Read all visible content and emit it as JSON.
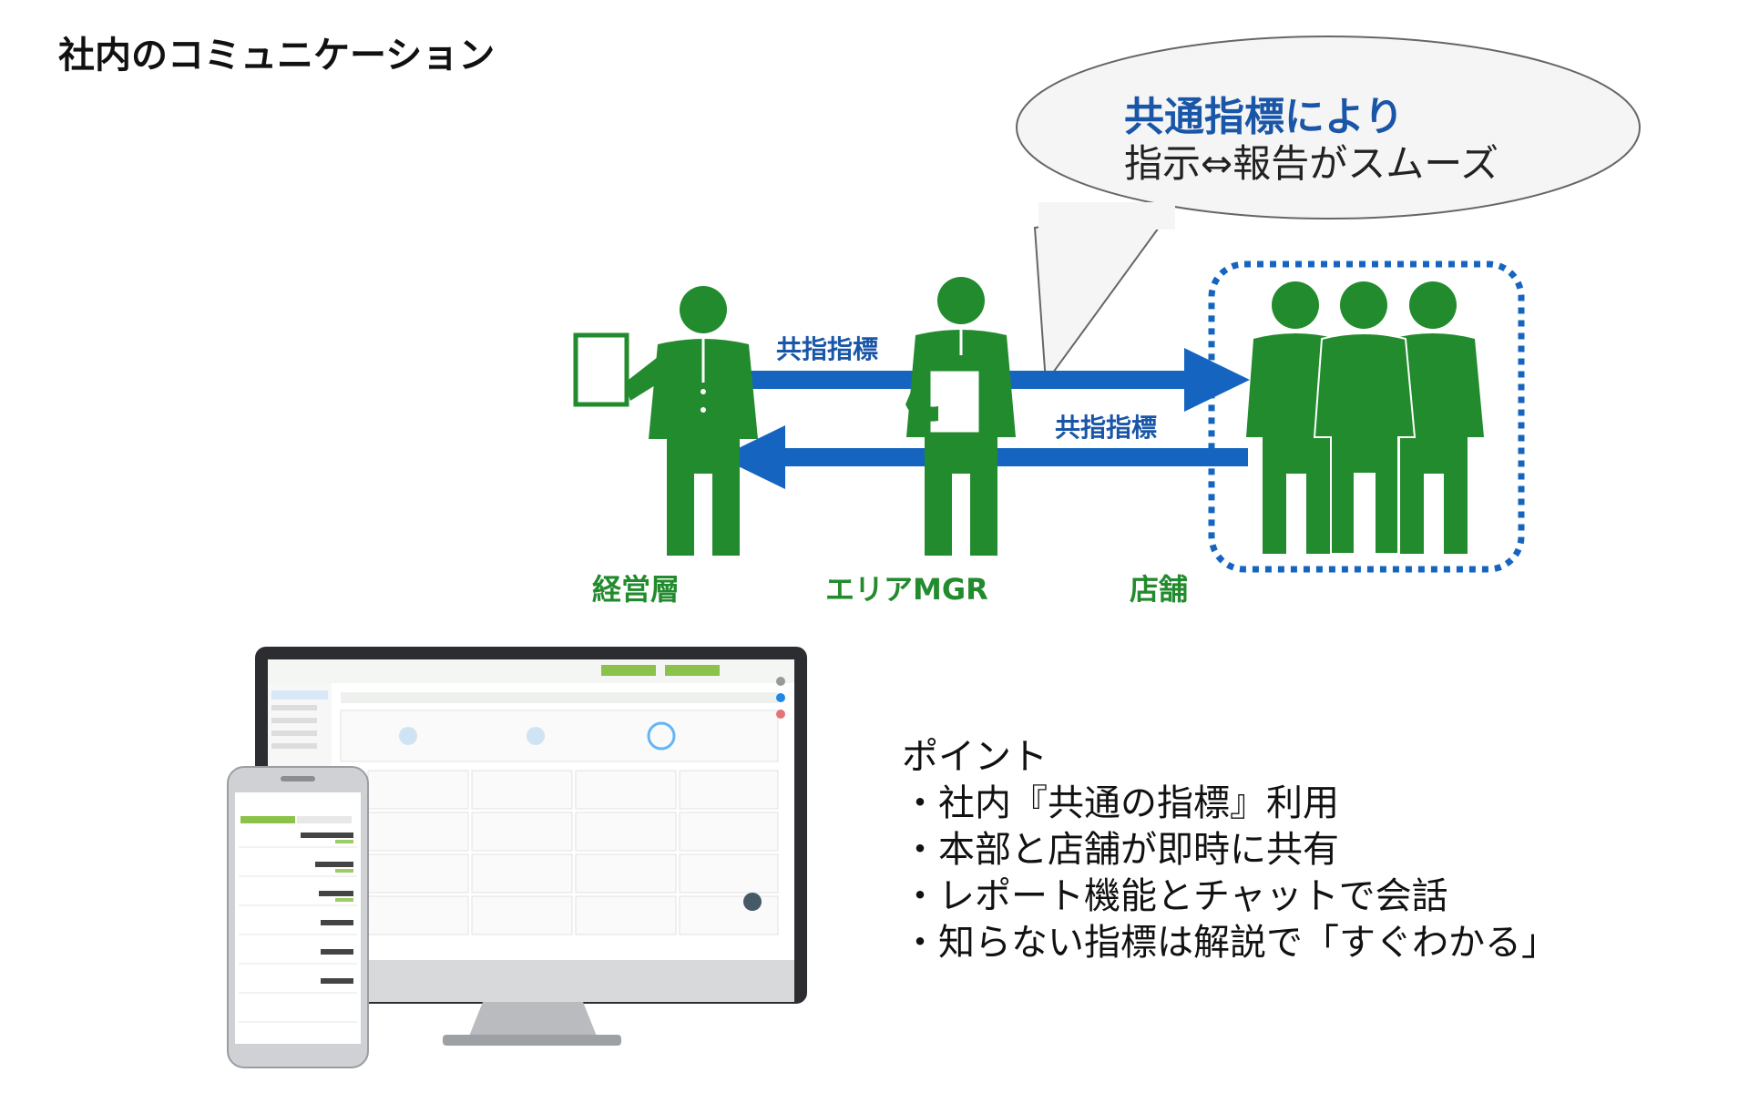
{
  "title": "社内のコミュニケーション",
  "bubble": {
    "line1": "共通指標により",
    "line2": "指示⇔報告がスムーズ"
  },
  "arrows": {
    "top_label": "共指指標",
    "bottom_label": "共指指標"
  },
  "roles": {
    "management": "経営層",
    "area_mgr": "エリアMGR",
    "stores": "店舗"
  },
  "points": {
    "heading": "ポイント",
    "items": [
      "・社内『共通の指標』利用",
      "・本部と店舗が即時に共有",
      "・レポート機能とチャットで会話",
      "・知らない指標は解説で「すぐわかる」"
    ]
  },
  "colors": {
    "figure_green": "#228b2d",
    "arrow_blue": "#1565c0",
    "accent_blue": "#1a56a8",
    "dotted_border": "#1565c0"
  }
}
